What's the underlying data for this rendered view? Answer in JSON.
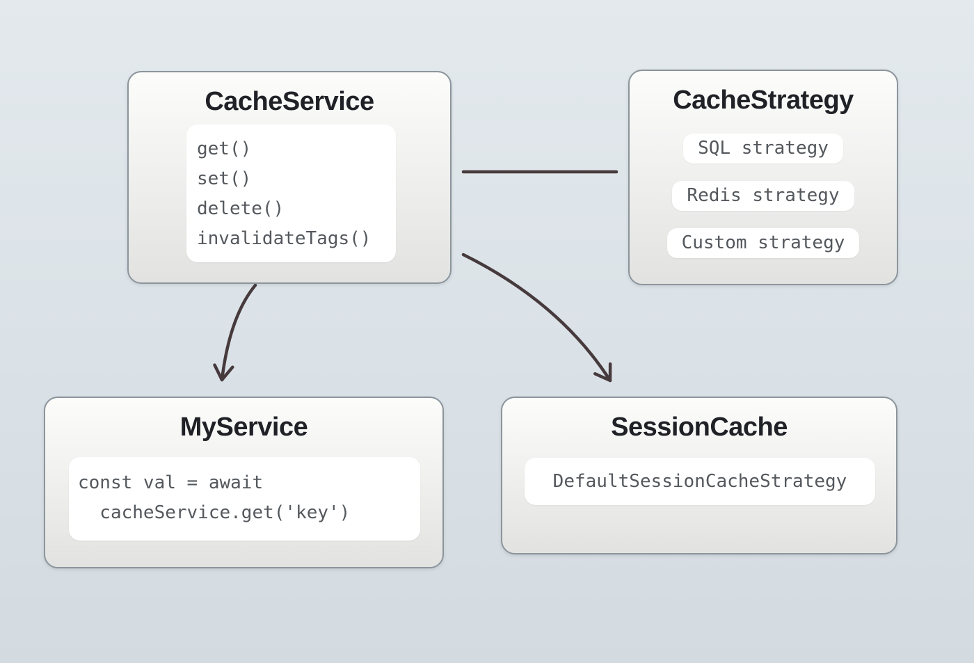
{
  "diagram": {
    "nodes": {
      "cache_service": {
        "title": "CacheService",
        "methods": [
          "get()",
          "set()",
          "delete()",
          "invalidateTags()"
        ]
      },
      "cache_strategy": {
        "title": "CacheStrategy",
        "strategies": [
          "SQL strategy",
          "Redis strategy",
          "Custom strategy"
        ]
      },
      "my_service": {
        "title": "MyService",
        "code_lines": [
          "const val = await",
          "  cacheService.get('key')"
        ]
      },
      "session_cache": {
        "title": "SessionCache",
        "strategy": "DefaultSessionCacheStrategy"
      }
    },
    "edges": [
      {
        "from": "CacheService",
        "to": "CacheStrategy",
        "style": "straight-line"
      },
      {
        "from": "CacheService",
        "to": "MyService",
        "style": "curved-arrow"
      },
      {
        "from": "CacheService",
        "to": "SessionCache",
        "style": "curved-arrow"
      }
    ],
    "colors": {
      "background_top": "#e3e9ed",
      "background_bottom": "#d3dbe1",
      "node_border": "#8c959c",
      "node_fill_top": "#fcfcfb",
      "node_fill_bottom": "#e2e2e1",
      "inner_box_fill": "#ffffff",
      "title_text": "#1f2126",
      "code_text": "#54585d",
      "arrow": "#463a3c"
    }
  }
}
